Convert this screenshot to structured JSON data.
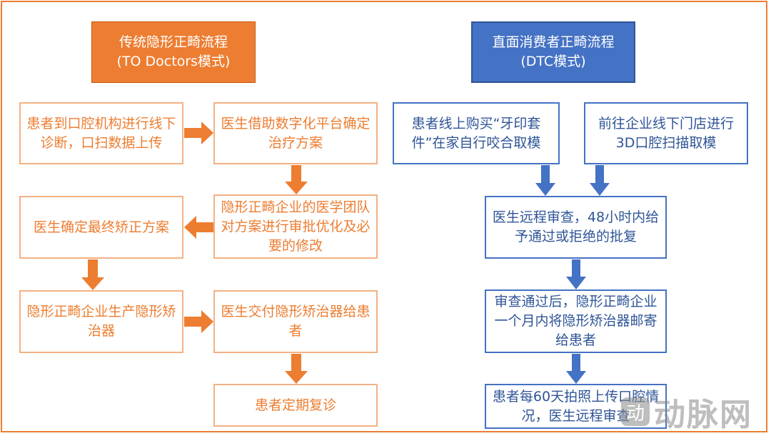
{
  "left_header": {
    "line1": "传统隐形正畸流程",
    "line2": "(TO Doctors模式)"
  },
  "right_header": {
    "line1": "直面消费者正畸流程",
    "line2": "(DTC模式)"
  },
  "left_steps": {
    "s1": "患者到口腔机构进行线下诊断，口扫数据上传",
    "s2": "医生借助数字化平台确定治疗方案",
    "s3": "隐形正畸企业的医学团队对方案进行审批优化及必要的修改",
    "s4": "医生确定最终矫正方案",
    "s5": "隐形正畸企业生产隐形矫治器",
    "s6": "医生交付隐形矫治器给患者",
    "s7": "患者定期复诊"
  },
  "right_steps": {
    "r1": "患者线上购买“牙印套件”在家自行咬合取模",
    "r2": "前往企业线下门店进行3D口腔扫描取模",
    "r3": "医生远程审查，48小时内给予通过或拒绝的批复",
    "r4": "审查通过后，隐形正畸企业一个月内将隐形矫治器邮寄给患者",
    "r5": "患者每60天拍照上传口腔情况，医生远程审查"
  },
  "watermark": {
    "icon": "动",
    "text": "动脉网"
  },
  "colors": {
    "orange": "#ED7D31",
    "orange_light": "#F4B183",
    "blue": "#4472C4",
    "blue_dark": "#2F5597"
  }
}
